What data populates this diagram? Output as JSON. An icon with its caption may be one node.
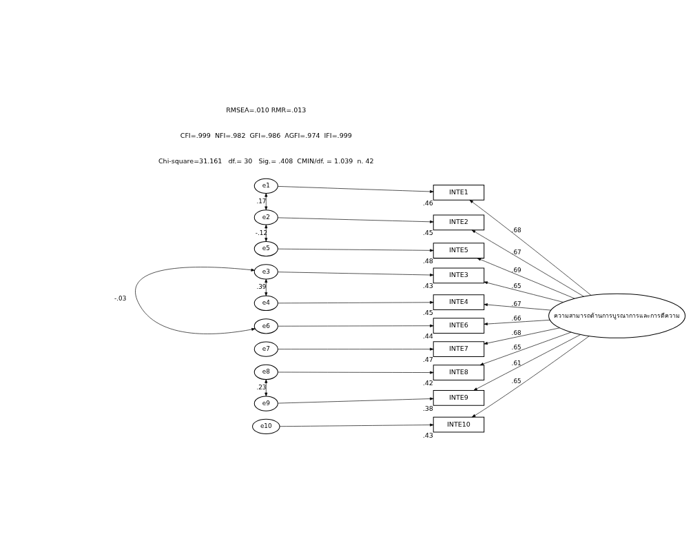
{
  "diagram": {
    "nodes": [
      {
        "text": [
          "e1"
        ]
      },
      {
        "text": [
          "e2"
        ]
      },
      {
        "text": [
          "e3"
        ]
      },
      {
        "text": [
          "e4"
        ]
      },
      {
        "text": [
          "e5"
        ]
      },
      {
        "text": [
          "e6"
        ]
      },
      {
        "text": [
          "e7"
        ]
      },
      {
        "text": [
          "e8"
        ]
      },
      {
        "text": [
          "e9"
        ]
      },
      {
        "text": [
          "e10"
        ]
      },
      {
        "text": [
          "INTE1"
        ],
        "beside": [
          ".46"
        ]
      },
      {
        "text": [
          "INTE2"
        ],
        "beside": [
          ".45"
        ]
      },
      {
        "text": [
          "INTE3"
        ],
        "beside": [
          ".43"
        ]
      },
      {
        "text": [
          "INTE4"
        ],
        "beside": [
          ".45"
        ]
      },
      {
        "text": [
          "INTE5"
        ],
        "beside": [
          ".48"
        ]
      },
      {
        "text": [
          "INTE6"
        ],
        "beside": [
          ".44"
        ]
      },
      {
        "text": [
          "INTE7"
        ],
        "beside": [
          ".47"
        ]
      },
      {
        "text": [
          "INTE8"
        ],
        "beside": [
          ".42"
        ]
      },
      {
        "text": [
          "INTE9"
        ],
        "beside": [
          ".38"
        ]
      },
      {
        "text": [
          "INTE10"
        ],
        "beside": [
          ".43"
        ]
      },
      {
        "text": [
          "ความสามารถด้านการบูรณาการและการตีความ"
        ]
      }
    ],
    "edges": [
      {
        "from": 0,
        "to": 10,
        "arrow": "to"
      },
      {
        "from": 1,
        "to": 11,
        "arrow": "to"
      },
      {
        "from": 2,
        "to": 12,
        "arrow": "to"
      },
      {
        "from": 3,
        "to": 13,
        "arrow": "to"
      },
      {
        "from": 4,
        "to": 14,
        "arrow": "to"
      },
      {
        "from": 5,
        "to": 15,
        "arrow": "to"
      },
      {
        "from": 6,
        "to": 16,
        "arrow": "to"
      },
      {
        "from": 7,
        "to": 17,
        "arrow": "to"
      },
      {
        "from": 8,
        "to": 18,
        "arrow": "to"
      },
      {
        "from": 9,
        "to": 19,
        "arrow": "to"
      },
      {
        "from": 20,
        "to": 10,
        "arrow": "to",
        "label": ".68"
      },
      {
        "from": 20,
        "to": 11,
        "arrow": "to",
        "label": ".67"
      },
      {
        "from": 20,
        "to": 12,
        "arrow": "to",
        "label": ".65"
      },
      {
        "from": 20,
        "to": 13,
        "arrow": "to",
        "label": ".67"
      },
      {
        "from": 20,
        "to": 14,
        "arrow": "to",
        "label": ".69"
      },
      {
        "from": 20,
        "to": 15,
        "arrow": "to",
        "label": ".66"
      },
      {
        "from": 20,
        "to": 16,
        "arrow": "to",
        "label": ".68"
      },
      {
        "from": 20,
        "to": 17,
        "arrow": "to",
        "label": ".65"
      },
      {
        "from": 20,
        "to": 18,
        "arrow": "to",
        "label": ".61"
      },
      {
        "from": 20,
        "to": 19,
        "arrow": "to",
        "label": ".65"
      },
      {
        "from": 0,
        "to": 1,
        "arrow": "both",
        "label": ".17"
      },
      {
        "from": 2,
        "to": 3,
        "arrow": "both",
        "label": ".39"
      },
      {
        "from": 1,
        "to": 4,
        "arrow": "both",
        "label": "-.12"
      },
      {
        "from": 2,
        "to": 5,
        "arrow": "both",
        "label": "-.03"
      },
      {
        "from": 7,
        "to": 8,
        "arrow": "both",
        "label": ".23"
      }
    ],
    "labels": [
      "Chi-square=31.161   df.= 30   Sig.= .408  CMIN/df. = 1.039  n. 42",
      "CFI=.999  NFI=.982  GFI=.986  AGFI=.974  IFI=.999",
      "RMSEA=.010 RMR=.013"
    ]
  }
}
